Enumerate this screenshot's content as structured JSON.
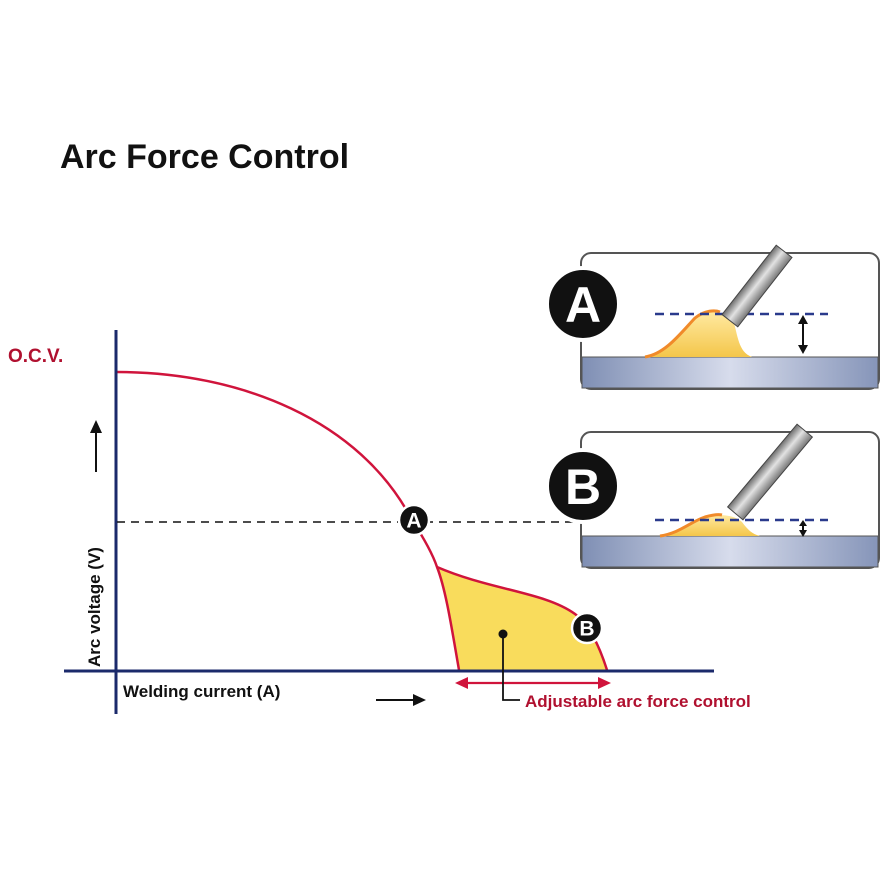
{
  "title": "Arc Force Control",
  "labels": {
    "ocv": "O.C.V.",
    "y_axis": "Arc voltage (V)",
    "x_axis": "Welding current (A)",
    "adjustable": "Adjustable arc force control",
    "point_a": "A",
    "point_b": "B",
    "inset_a": "A",
    "inset_b": "B"
  },
  "colors": {
    "axis": "#1b2a6b",
    "curve": "#d0143c",
    "fill": "#f9dc5c",
    "accent_text": "#b0102f",
    "badge": "#111111"
  }
}
